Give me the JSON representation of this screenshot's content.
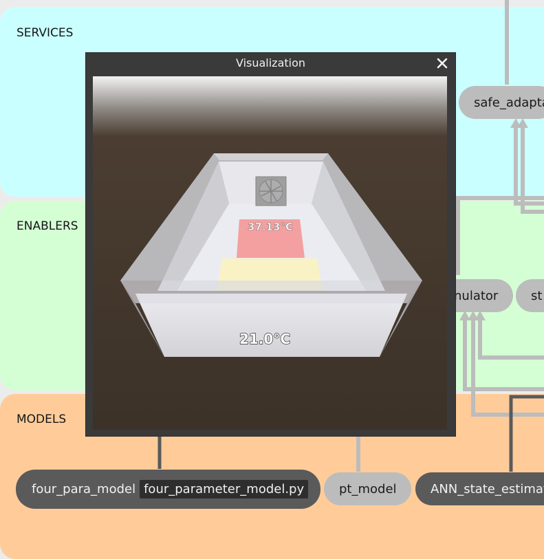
{
  "bands": {
    "services_title": "SERVICES",
    "enablers_title": "ENABLERS",
    "models_title": "MODELS"
  },
  "nodes": {
    "safe_adaptation": "safe_adapta",
    "simulator": "nulator",
    "state_partial": "st",
    "four_para_model_name": "four_para_model",
    "four_para_model_file": "four_parameter_model.py",
    "pt_model": "pt_model",
    "ann_state_estimator": "ANN_state_estimat"
  },
  "window": {
    "title": "Visualization",
    "close_symbol": "✕"
  },
  "scene": {
    "heater_temperature": "37.13°C",
    "box_air_temperature": "21.0°C"
  },
  "colors": {
    "services_band": "#caffff",
    "enablers_band": "#d4ffd4",
    "models_band": "#ffcc99",
    "connector": "#bcbcbc",
    "dark_connector": "#5a5a5a",
    "heater": "#f28b8b",
    "object": "#f8f0b8"
  }
}
